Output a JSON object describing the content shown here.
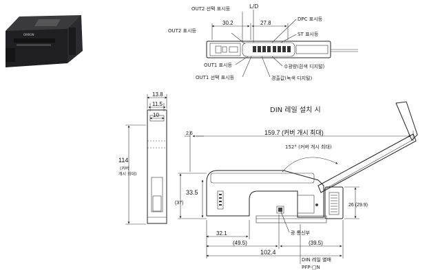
{
  "top_view": {
    "labels": {
      "out2_select": "OUT2 선택 표시등",
      "ld": "L/D",
      "dpc": "DPC 표시등",
      "out2": "OUT2 표시등",
      "st": "ST 표시등",
      "out1": "OUT1 표시등",
      "out1_select": "OUT1 선택 표시등",
      "received": "수광량(흰색 디지털)",
      "threshold": "경출값(녹색 디지털)"
    },
    "dims": {
      "d1": "30.2",
      "d2": "27.8"
    }
  },
  "side_view": {
    "dims": {
      "w1": "13.8",
      "w2": "11.5",
      "w3": "10",
      "h": "114"
    },
    "height_note": [
      "(커버",
      "개시 최대)"
    ]
  },
  "main_view": {
    "title": "DIN 레일 설치 시",
    "dims": {
      "top_offset": "2.6",
      "length_max": "159.7 (커버 개시 최대)",
      "angle": "152° (커버 개시 최대)",
      "h_left": "33.5",
      "h_paren": "(37)",
      "h_right": "26 (29.9)",
      "b1": "32.1",
      "b2": "(49.5)",
      "b3": "(39.5)",
      "total": "102.4"
    },
    "labels": {
      "light_comm": "광 통신부",
      "din_rail": "DIN 레일 별매",
      "pfp": "PFP-□N"
    }
  }
}
